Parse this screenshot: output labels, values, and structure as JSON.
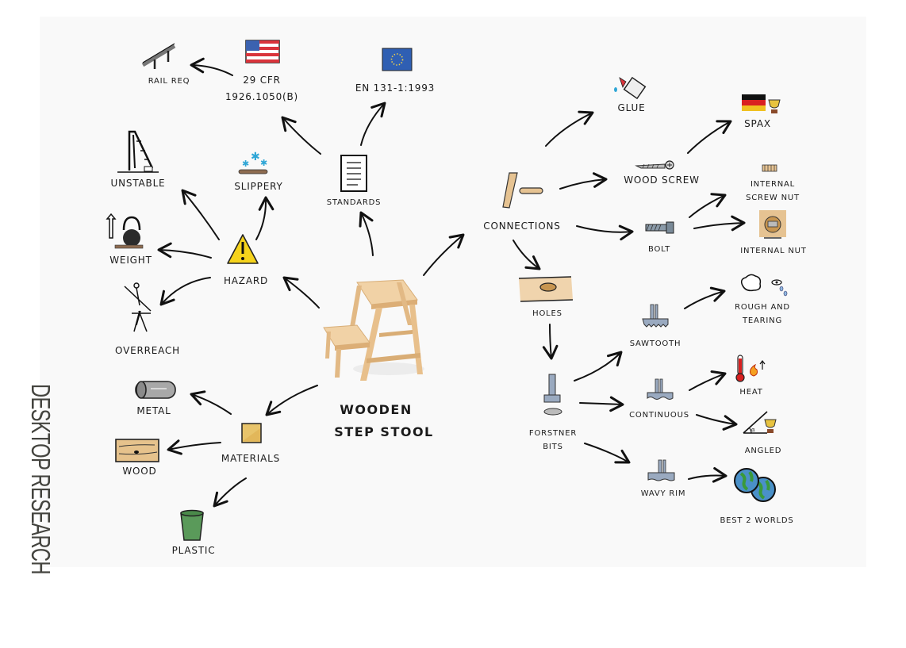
{
  "page_title": "DESKTOP RESEARCH",
  "center": {
    "line1": "WOODEN",
    "line2": "STEP STOOL"
  },
  "nodes": {
    "standards": "STANDARDS",
    "cfr_line1": "29 CFR",
    "cfr_line2": "1926.1050(B)",
    "rail_req": "RAIL REQ",
    "en": "EN 131-1:1993",
    "hazard": "HAZARD",
    "unstable": "UNSTABLE",
    "slippery": "SLIPPERY",
    "weight": "WEIGHT",
    "overreach": "OVERREACH",
    "materials": "MATERIALS",
    "metal": "METAL",
    "wood": "WOOD",
    "plastic": "PLASTIC",
    "connections": "CONNECTIONS",
    "glue": "GLUE",
    "wood_screw": "WOOD SCREW",
    "spax": "SPAX",
    "internal_screw_nut_line1": "INTERNAL",
    "internal_screw_nut_line2": "SCREW NUT",
    "bolt": "BOLT",
    "internal_nut": "INTERNAL NUT",
    "holes": "HOLES",
    "forstner_line1": "FORSTNER",
    "forstner_line2": "BITS",
    "sawtooth": "SAWTOOTH",
    "rough_line1": "ROUGH AND",
    "rough_line2": "TEARING",
    "continuous": "CONTINUOUS",
    "heat": "HEAT",
    "angled": "ANGLED",
    "wavy_rim": "WAVY RIM",
    "best_2_worlds": "BEST 2 WORLDS"
  },
  "icons": {
    "standards": "document-icon",
    "cfr": "us-flag-icon",
    "rail_req": "railing-icon",
    "en": "eu-flag-icon",
    "hazard": "warning-icon",
    "unstable": "ladder-icon",
    "slippery": "snowflake-icon",
    "weight": "kettlebell-icon",
    "overreach": "stick-figure-icon",
    "materials": "material-swatch-icon",
    "metal": "metal-pipe-icon",
    "wood": "wood-plank-icon",
    "plastic": "plastic-cup-icon",
    "connections": "dowel-icon",
    "glue": "glue-bottle-icon",
    "wood_screw": "screw-icon",
    "spax": "german-flag-trophy-icon",
    "internal_screw_nut": "threaded-insert-icon",
    "bolt": "bolt-icon",
    "internal_nut": "cross-dowel-icon",
    "holes": "drilled-hole-icon",
    "forstner": "forstner-bit-icon",
    "sawtooth": "sawtooth-bit-icon",
    "rough": "tear-icon",
    "continuous": "continuous-bit-icon",
    "heat": "thermometer-flame-icon",
    "angled": "angle-trophy-icon",
    "wavy_rim": "wavy-rim-bit-icon",
    "best_2_worlds": "globes-icon",
    "center": "step-stool-image"
  },
  "colors": {
    "panel": "#f9f9f9",
    "ink": "#111111",
    "wood": "#e8c495",
    "warning": "#f5d31c",
    "eu_blue": "#2f5fb3",
    "us_red": "#d9343b",
    "plastic_green": "#5a9a5a",
    "steel": "#9aaac0"
  }
}
